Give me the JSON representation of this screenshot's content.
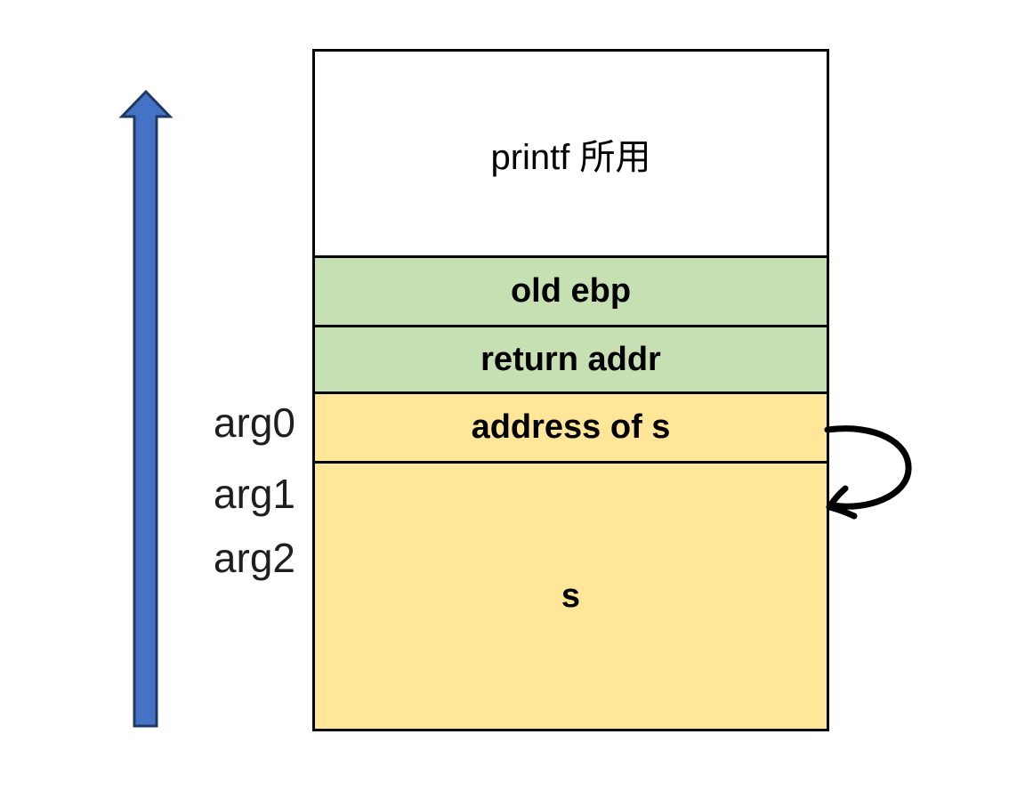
{
  "figure": {
    "title": "printf stack layout diagram",
    "stack": {
      "rows": [
        {
          "label": "printf 所用",
          "fill": "#ffffff",
          "style": "regular"
        },
        {
          "label": "old ebp",
          "fill": "#c6e0b4",
          "style": "bold"
        },
        {
          "label": "return addr",
          "fill": "#c6e0b4",
          "style": "bold"
        },
        {
          "label": "address of s",
          "fill": "#ffe699",
          "style": "bold"
        },
        {
          "label": "s",
          "fill": "#ffe699",
          "style": "bold"
        }
      ]
    },
    "arg_labels": [
      {
        "label": "arg0"
      },
      {
        "label": "arg1"
      },
      {
        "label": "arg2"
      }
    ],
    "icons": {
      "growth_arrow": "up-arrow",
      "reference_arrow": "curved-arrow-from-address-of-s-to-s"
    },
    "colors": {
      "row_green": "#c6e0b4",
      "row_yellow": "#ffe699",
      "arrow_blue_fill": "#4472c4",
      "arrow_blue_border": "#203864",
      "line_black": "#000000",
      "background": "#ffffff"
    }
  }
}
